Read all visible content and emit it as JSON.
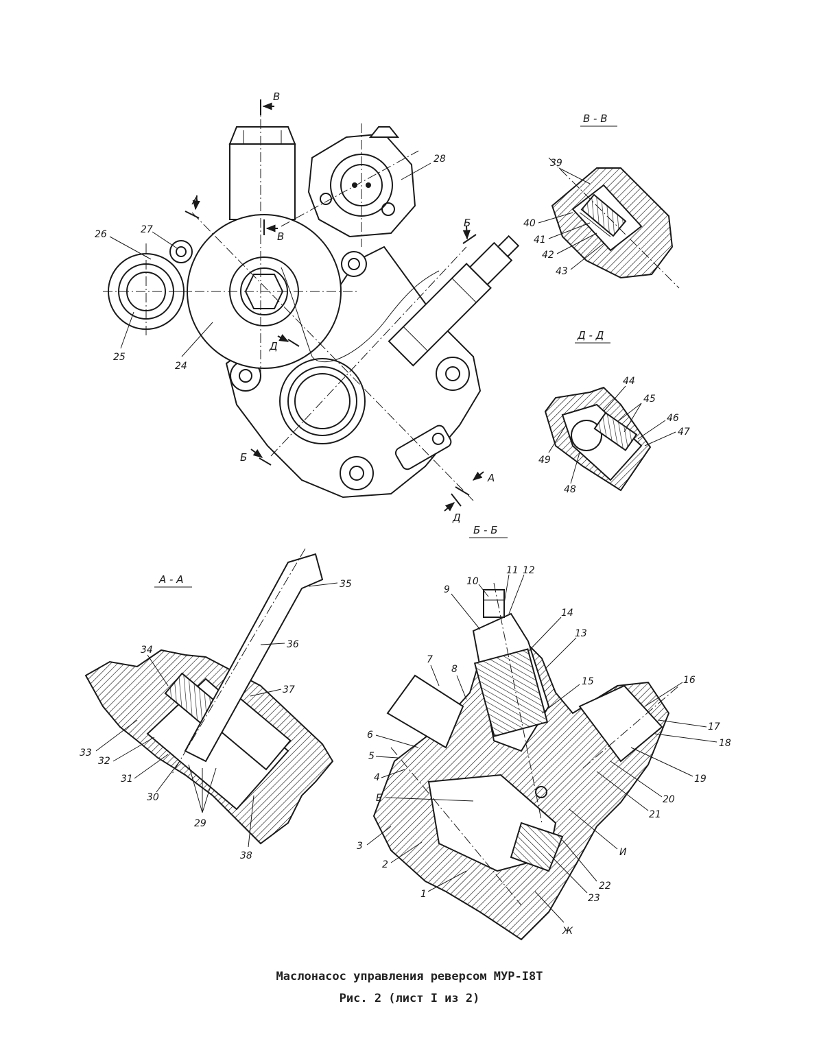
{
  "caption": {
    "title": "Маслонасос управления реверсом МУР-I8Т",
    "figure": "Рис. 2 (лист I из 2)"
  },
  "sections": {
    "vv": "В - В",
    "dd": "Д - Д",
    "bb": "Б - Б",
    "aa": "А - А"
  },
  "cut_letters": {
    "v_top": "В",
    "v_mid": "В",
    "a_left": "А",
    "a_right": "А",
    "b_top": "Б",
    "b_bottom": "Б",
    "d_mid": "Д",
    "d_bottom": "Д"
  },
  "callouts": {
    "c1": "1",
    "c2": "2",
    "c3": "3",
    "c4": "4",
    "c5": "5",
    "c6": "6",
    "c7": "7",
    "c8": "8",
    "c9": "9",
    "c10": "10",
    "c11": "11",
    "c12": "12",
    "c13": "13",
    "c14": "14",
    "c15": "15",
    "c16": "16",
    "c17": "17",
    "c18": "18",
    "c19": "19",
    "c20": "20",
    "c21": "21",
    "c22": "22",
    "c23": "23",
    "c24": "24",
    "c25": "25",
    "c26": "26",
    "c27": "27",
    "c28": "28",
    "c29": "29",
    "c30": "30",
    "c31": "31",
    "c32": "32",
    "c33": "33",
    "c34": "34",
    "c35": "35",
    "c36": "36",
    "c37": "37",
    "c38": "38",
    "c39": "39",
    "c40": "40",
    "c41": "41",
    "c42": "42",
    "c43": "43",
    "c44": "44",
    "c45": "45",
    "c46": "46",
    "c47": "47",
    "c48": "48",
    "c49": "49",
    "cE": "Е",
    "cI": "И",
    "cZh": "Ж"
  }
}
